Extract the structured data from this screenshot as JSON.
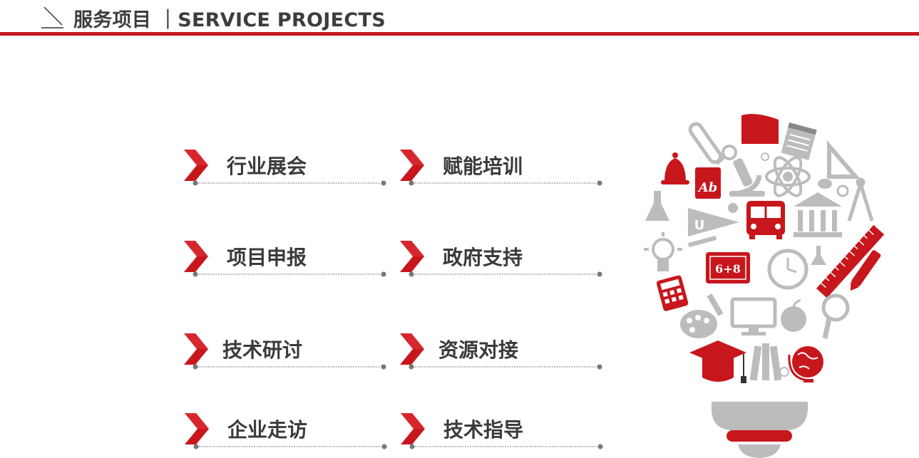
{
  "header": {
    "title": "服务项目 ｜SERVICE PROJECTS",
    "mark_icon": "corner-arrow-icon"
  },
  "services": [
    {
      "label": "行业展会"
    },
    {
      "label": "赋能培训"
    },
    {
      "label": "项目申报"
    },
    {
      "label": "政府支持"
    },
    {
      "label": "技术研讨"
    },
    {
      "label": "资源对接"
    },
    {
      "label": "企业走访"
    },
    {
      "label": "技术指导"
    }
  ],
  "bullet_icon": "chevron-right-icon",
  "illustration": {
    "icon": "lightbulb-education-icons",
    "book_text": "Ab",
    "board_text": "6+8"
  },
  "colors": {
    "accent": "#c8161d",
    "gray": "#bcbcbc",
    "text": "#3a3a3a"
  }
}
